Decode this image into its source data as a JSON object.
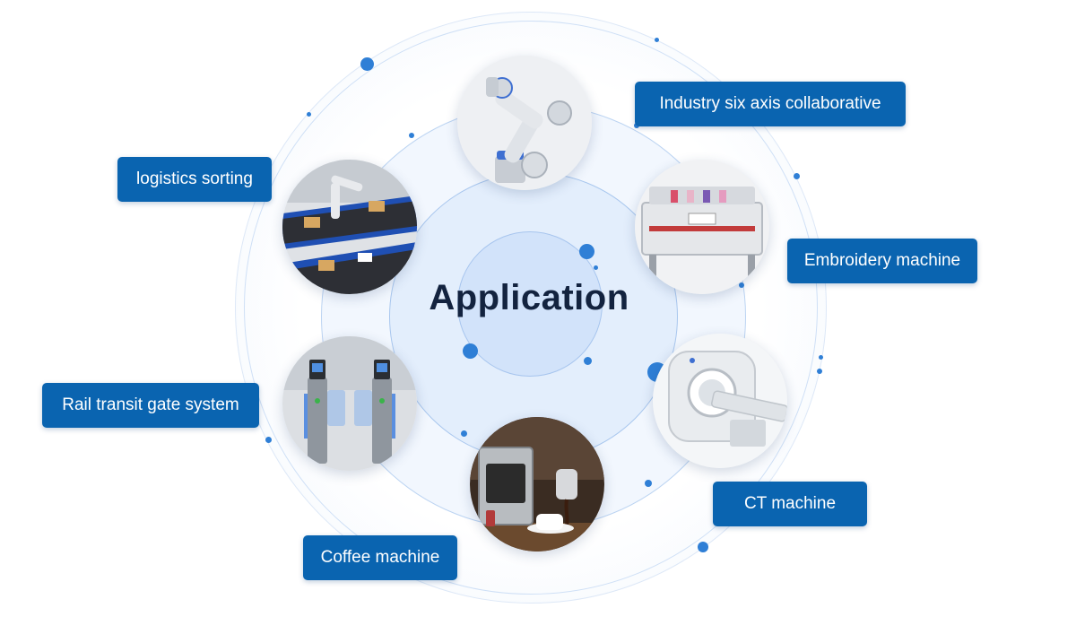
{
  "diagram": {
    "title": "Application",
    "applications": [
      {
        "label": "Industry six axis collaborative",
        "icon": "robot-arm-icon"
      },
      {
        "label": "Embroidery machine",
        "icon": "embroidery-machine-icon"
      },
      {
        "label": "CT machine",
        "icon": "ct-scanner-icon"
      },
      {
        "label": "Coffee machine",
        "icon": "coffee-machine-icon"
      },
      {
        "label": "Rail transit gate system",
        "icon": "rail-gate-icon"
      },
      {
        "label": "logistics sorting",
        "icon": "logistics-sorting-icon"
      }
    ]
  },
  "colors": {
    "label_background": "#0a64b0",
    "label_text": "#ffffff",
    "title_text": "#13233f",
    "accent_dot": "#2f7fd6",
    "ring_tint": "#dbe9fb"
  }
}
